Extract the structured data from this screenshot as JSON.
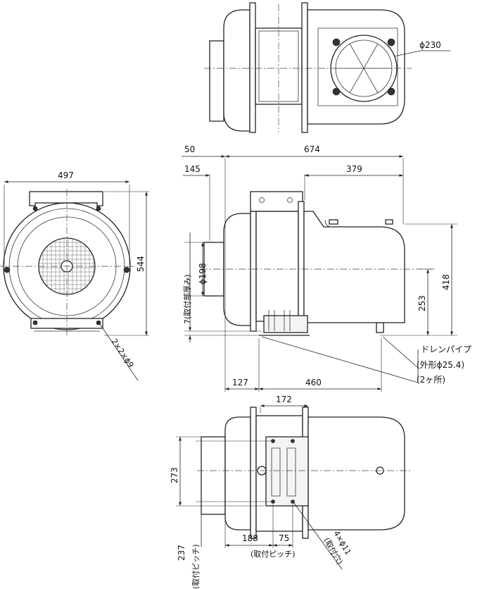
{
  "dimensions": {
    "top_phi": "ϕ230",
    "overall_length": "674",
    "left_offset": "50",
    "inlet_step": "145",
    "motor_length": "379",
    "front_width": "497",
    "front_height": "544",
    "front_holes": "2×2×ϕ9",
    "mount_thickness": "7(取付部厚み)",
    "inlet_phi": "ϕ198",
    "total_height": "418",
    "outlet_center_height": "253",
    "base_left": "127",
    "base_length": "460",
    "drain_line1": "ドレンパイプ",
    "drain_line2": "(外形ϕ25.4)",
    "drain_line3": "(2ヶ所)",
    "bottom_outlet_width": "172",
    "bottom_height_273": "273",
    "bottom_pitch_237": "237",
    "bottom_pitch_237_note": "(取付ピッチ)",
    "bottom_188": "188",
    "bottom_75": "75",
    "bottom_pitch_note": "(取付ピッチ)",
    "mount_holes": "4×ϕ11",
    "mount_holes_note": "(取付穴)"
  },
  "colors": {
    "line": "#222222",
    "background": "#ffffff"
  }
}
